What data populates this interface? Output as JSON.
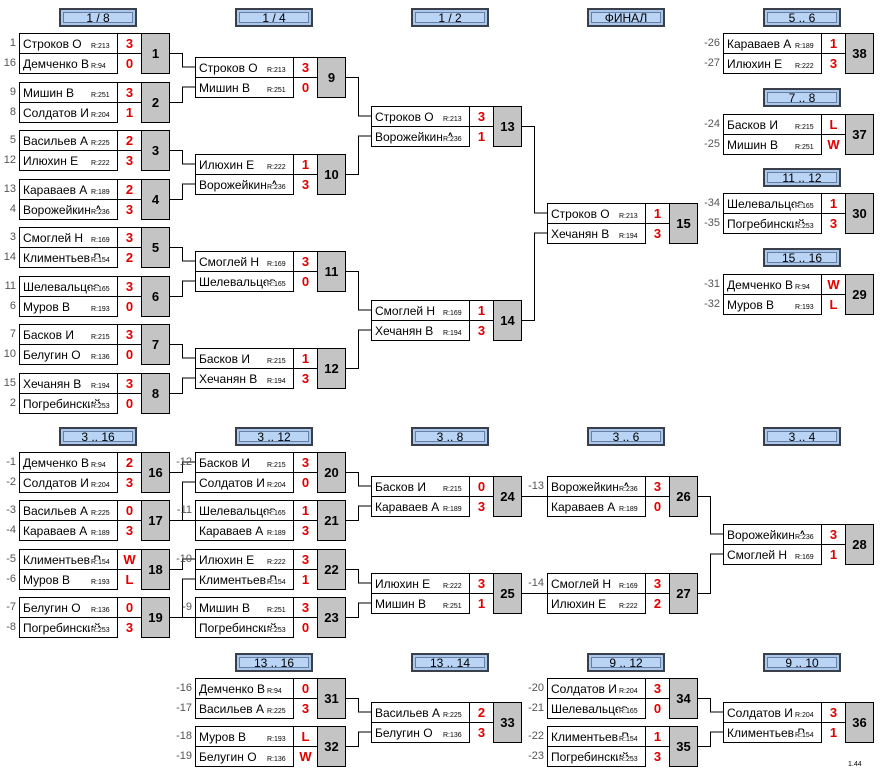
{
  "stages": [
    {
      "key": "r16",
      "label": "1 / 8"
    },
    {
      "key": "qf",
      "label": "1 / 4"
    },
    {
      "key": "sf",
      "label": "1 / 2"
    },
    {
      "key": "final",
      "label": "ФИНАЛ"
    },
    {
      "key": "p5",
      "label": "5 .. 6"
    },
    {
      "key": "p7",
      "label": "7 .. 8"
    },
    {
      "key": "p11",
      "label": "11 .. 12"
    },
    {
      "key": "p15",
      "label": "15 .. 16"
    },
    {
      "key": "p3_16",
      "label": "3 .. 16"
    },
    {
      "key": "p3_12",
      "label": "3 .. 12"
    },
    {
      "key": "p3_8",
      "label": "3 .. 8"
    },
    {
      "key": "p3_6",
      "label": "3 .. 6"
    },
    {
      "key": "p3_4",
      "label": "3 .. 4"
    },
    {
      "key": "p13_16",
      "label": "13 .. 16"
    },
    {
      "key": "p13_14",
      "label": "13 .. 14"
    },
    {
      "key": "p9_12",
      "label": "9 .. 12"
    },
    {
      "key": "p9_10",
      "label": "9 .. 10"
    }
  ],
  "matches": [
    {
      "no": "1",
      "p": [
        {
          "seed": "1",
          "name": "Строков О",
          "rating": "R:213",
          "score": "3"
        },
        {
          "seed": "16",
          "name": "Демченко В",
          "rating": "R:94",
          "score": "0"
        }
      ]
    },
    {
      "no": "2",
      "p": [
        {
          "seed": "9",
          "name": "Мишин В",
          "rating": "R:251",
          "score": "3"
        },
        {
          "seed": "8",
          "name": "Солдатов И",
          "rating": "R:204",
          "score": "1"
        }
      ]
    },
    {
      "no": "3",
      "p": [
        {
          "seed": "5",
          "name": "Васильев А",
          "rating": "R:225",
          "score": "2"
        },
        {
          "seed": "12",
          "name": "Илюхин Е",
          "rating": "R:222",
          "score": "3"
        }
      ]
    },
    {
      "no": "4",
      "p": [
        {
          "seed": "13",
          "name": "Караваев А",
          "rating": "R:189",
          "score": "2"
        },
        {
          "seed": "4",
          "name": "Ворожейкин А",
          "rating": "R:236",
          "score": "3"
        }
      ]
    },
    {
      "no": "5",
      "p": [
        {
          "seed": "3",
          "name": "Смоглей Н",
          "rating": "R:169",
          "score": "3"
        },
        {
          "seed": "14",
          "name": "Климентьев В",
          "rating": "R:154",
          "score": "2"
        }
      ]
    },
    {
      "no": "6",
      "p": [
        {
          "seed": "11",
          "name": "Шелевальцев",
          "rating": "R:165",
          "score": "3"
        },
        {
          "seed": "6",
          "name": "Муров В",
          "rating": "R:193",
          "score": "0"
        }
      ]
    },
    {
      "no": "7",
      "p": [
        {
          "seed": "7",
          "name": "Басков И",
          "rating": "R:215",
          "score": "3"
        },
        {
          "seed": "10",
          "name": "Белугин О",
          "rating": "R:136",
          "score": "0"
        }
      ]
    },
    {
      "no": "8",
      "p": [
        {
          "seed": "15",
          "name": "Хечанян В",
          "rating": "R:194",
          "score": "3"
        },
        {
          "seed": "2",
          "name": "Погребинский",
          "rating": "R:253",
          "score": "0"
        }
      ]
    },
    {
      "no": "9",
      "p": [
        {
          "seed": "",
          "name": "Строков О",
          "rating": "R:213",
          "score": "3"
        },
        {
          "seed": "",
          "name": "Мишин В",
          "rating": "R:251",
          "score": "0"
        }
      ]
    },
    {
      "no": "10",
      "p": [
        {
          "seed": "",
          "name": "Илюхин Е",
          "rating": "R:222",
          "score": "1"
        },
        {
          "seed": "",
          "name": "Ворожейкин А",
          "rating": "R:236",
          "score": "3"
        }
      ]
    },
    {
      "no": "11",
      "p": [
        {
          "seed": "",
          "name": "Смоглей Н",
          "rating": "R:169",
          "score": "3"
        },
        {
          "seed": "",
          "name": "Шелевальцев",
          "rating": "R:165",
          "score": "0"
        }
      ]
    },
    {
      "no": "12",
      "p": [
        {
          "seed": "",
          "name": "Басков И",
          "rating": "R:215",
          "score": "1"
        },
        {
          "seed": "",
          "name": "Хечанян В",
          "rating": "R:194",
          "score": "3"
        }
      ]
    },
    {
      "no": "13",
      "p": [
        {
          "seed": "",
          "name": "Строков О",
          "rating": "R:213",
          "score": "3"
        },
        {
          "seed": "",
          "name": "Ворожейкин А",
          "rating": "R:236",
          "score": "1"
        }
      ]
    },
    {
      "no": "14",
      "p": [
        {
          "seed": "",
          "name": "Смоглей Н",
          "rating": "R:169",
          "score": "1"
        },
        {
          "seed": "",
          "name": "Хечанян В",
          "rating": "R:194",
          "score": "3"
        }
      ]
    },
    {
      "no": "15",
      "p": [
        {
          "seed": "",
          "name": "Строков О",
          "rating": "R:213",
          "score": "1"
        },
        {
          "seed": "",
          "name": "Хечанян В",
          "rating": "R:194",
          "score": "3"
        }
      ]
    },
    {
      "no": "38",
      "p": [
        {
          "seed": "-26",
          "name": "Караваев А",
          "rating": "R:189",
          "score": "1"
        },
        {
          "seed": "-27",
          "name": "Илюхин Е",
          "rating": "R:222",
          "score": "3"
        }
      ]
    },
    {
      "no": "37",
      "p": [
        {
          "seed": "-24",
          "name": "Басков И",
          "rating": "R:215",
          "score": "L"
        },
        {
          "seed": "-25",
          "name": "Мишин В",
          "rating": "R:251",
          "score": "W"
        }
      ]
    },
    {
      "no": "30",
      "p": [
        {
          "seed": "-34",
          "name": "Шелевальцев",
          "rating": "R:165",
          "score": "1"
        },
        {
          "seed": "-35",
          "name": "Погребинский",
          "rating": "R:253",
          "score": "3"
        }
      ]
    },
    {
      "no": "29",
      "p": [
        {
          "seed": "-31",
          "name": "Демченко В",
          "rating": "R:94",
          "score": "W"
        },
        {
          "seed": "-32",
          "name": "Муров В",
          "rating": "R:193",
          "score": "L"
        }
      ]
    },
    {
      "no": "16",
      "p": [
        {
          "seed": "-1",
          "name": "Демченко В",
          "rating": "R:94",
          "score": "2"
        },
        {
          "seed": "-2",
          "name": "Солдатов И",
          "rating": "R:204",
          "score": "3"
        }
      ]
    },
    {
      "no": "17",
      "p": [
        {
          "seed": "-3",
          "name": "Васильев А",
          "rating": "R:225",
          "score": "0"
        },
        {
          "seed": "-4",
          "name": "Караваев А",
          "rating": "R:189",
          "score": "3"
        }
      ]
    },
    {
      "no": "18",
      "p": [
        {
          "seed": "-5",
          "name": "Климентьев В",
          "rating": "R:154",
          "score": "W"
        },
        {
          "seed": "-6",
          "name": "Муров В",
          "rating": "R:193",
          "score": "L"
        }
      ]
    },
    {
      "no": "19",
      "p": [
        {
          "seed": "-7",
          "name": "Белугин О",
          "rating": "R:136",
          "score": "0"
        },
        {
          "seed": "-8",
          "name": "Погребинский",
          "rating": "R:253",
          "score": "3"
        }
      ]
    },
    {
      "no": "20",
      "p": [
        {
          "seed": "-12",
          "name": "Басков И",
          "rating": "R:215",
          "score": "3"
        },
        {
          "seed": "",
          "name": "Солдатов И",
          "rating": "R:204",
          "score": "0"
        }
      ]
    },
    {
      "no": "21",
      "p": [
        {
          "seed": "-11",
          "name": "Шелевальцев",
          "rating": "R:165",
          "score": "1"
        },
        {
          "seed": "",
          "name": "Караваев А",
          "rating": "R:189",
          "score": "3"
        }
      ]
    },
    {
      "no": "22",
      "p": [
        {
          "seed": "-10",
          "name": "Илюхин Е",
          "rating": "R:222",
          "score": "3"
        },
        {
          "seed": "",
          "name": "Климентьев В",
          "rating": "R:154",
          "score": "1"
        }
      ]
    },
    {
      "no": "23",
      "p": [
        {
          "seed": "-9",
          "name": "Мишин В",
          "rating": "R:251",
          "score": "3"
        },
        {
          "seed": "",
          "name": "Погребинский",
          "rating": "R:253",
          "score": "0"
        }
      ]
    },
    {
      "no": "24",
      "p": [
        {
          "seed": "",
          "name": "Басков И",
          "rating": "R:215",
          "score": "0"
        },
        {
          "seed": "",
          "name": "Караваев А",
          "rating": "R:189",
          "score": "3"
        }
      ]
    },
    {
      "no": "25",
      "p": [
        {
          "seed": "",
          "name": "Илюхин Е",
          "rating": "R:222",
          "score": "3"
        },
        {
          "seed": "",
          "name": "Мишин В",
          "rating": "R:251",
          "score": "1"
        }
      ]
    },
    {
      "no": "26",
      "p": [
        {
          "seed": "-13",
          "name": "Ворожейкин А",
          "rating": "R:236",
          "score": "3"
        },
        {
          "seed": "",
          "name": "Караваев А",
          "rating": "R:189",
          "score": "0"
        }
      ]
    },
    {
      "no": "27",
      "p": [
        {
          "seed": "-14",
          "name": "Смоглей Н",
          "rating": "R:169",
          "score": "3"
        },
        {
          "seed": "",
          "name": "Илюхин Е",
          "rating": "R:222",
          "score": "2"
        }
      ]
    },
    {
      "no": "28",
      "p": [
        {
          "seed": "",
          "name": "Ворожейкин А",
          "rating": "R:236",
          "score": "3"
        },
        {
          "seed": "",
          "name": "Смоглей Н",
          "rating": "R:169",
          "score": "1"
        }
      ]
    },
    {
      "no": "31",
      "p": [
        {
          "seed": "-16",
          "name": "Демченко В",
          "rating": "R:94",
          "score": "0"
        },
        {
          "seed": "-17",
          "name": "Васильев А",
          "rating": "R:225",
          "score": "3"
        }
      ]
    },
    {
      "no": "32",
      "p": [
        {
          "seed": "-18",
          "name": "Муров В",
          "rating": "R:193",
          "score": "L"
        },
        {
          "seed": "-19",
          "name": "Белугин О",
          "rating": "R:136",
          "score": "W"
        }
      ]
    },
    {
      "no": "33",
      "p": [
        {
          "seed": "",
          "name": "Васильев А",
          "rating": "R:225",
          "score": "2"
        },
        {
          "seed": "",
          "name": "Белугин О",
          "rating": "R:136",
          "score": "3"
        }
      ]
    },
    {
      "no": "34",
      "p": [
        {
          "seed": "-20",
          "name": "Солдатов И",
          "rating": "R:204",
          "score": "3"
        },
        {
          "seed": "-21",
          "name": "Шелевальцев",
          "rating": "R:165",
          "score": "0"
        }
      ]
    },
    {
      "no": "35",
      "p": [
        {
          "seed": "-22",
          "name": "Климентьев В",
          "rating": "R:154",
          "score": "1"
        },
        {
          "seed": "-23",
          "name": "Погребинский",
          "rating": "R:253",
          "score": "3"
        }
      ]
    },
    {
      "no": "36",
      "p": [
        {
          "seed": "",
          "name": "Солдатов И",
          "rating": "R:204",
          "score": "3"
        },
        {
          "seed": "",
          "name": "Климентьев В",
          "rating": "R:154",
          "score": "1"
        }
      ]
    }
  ],
  "version": "1.44"
}
